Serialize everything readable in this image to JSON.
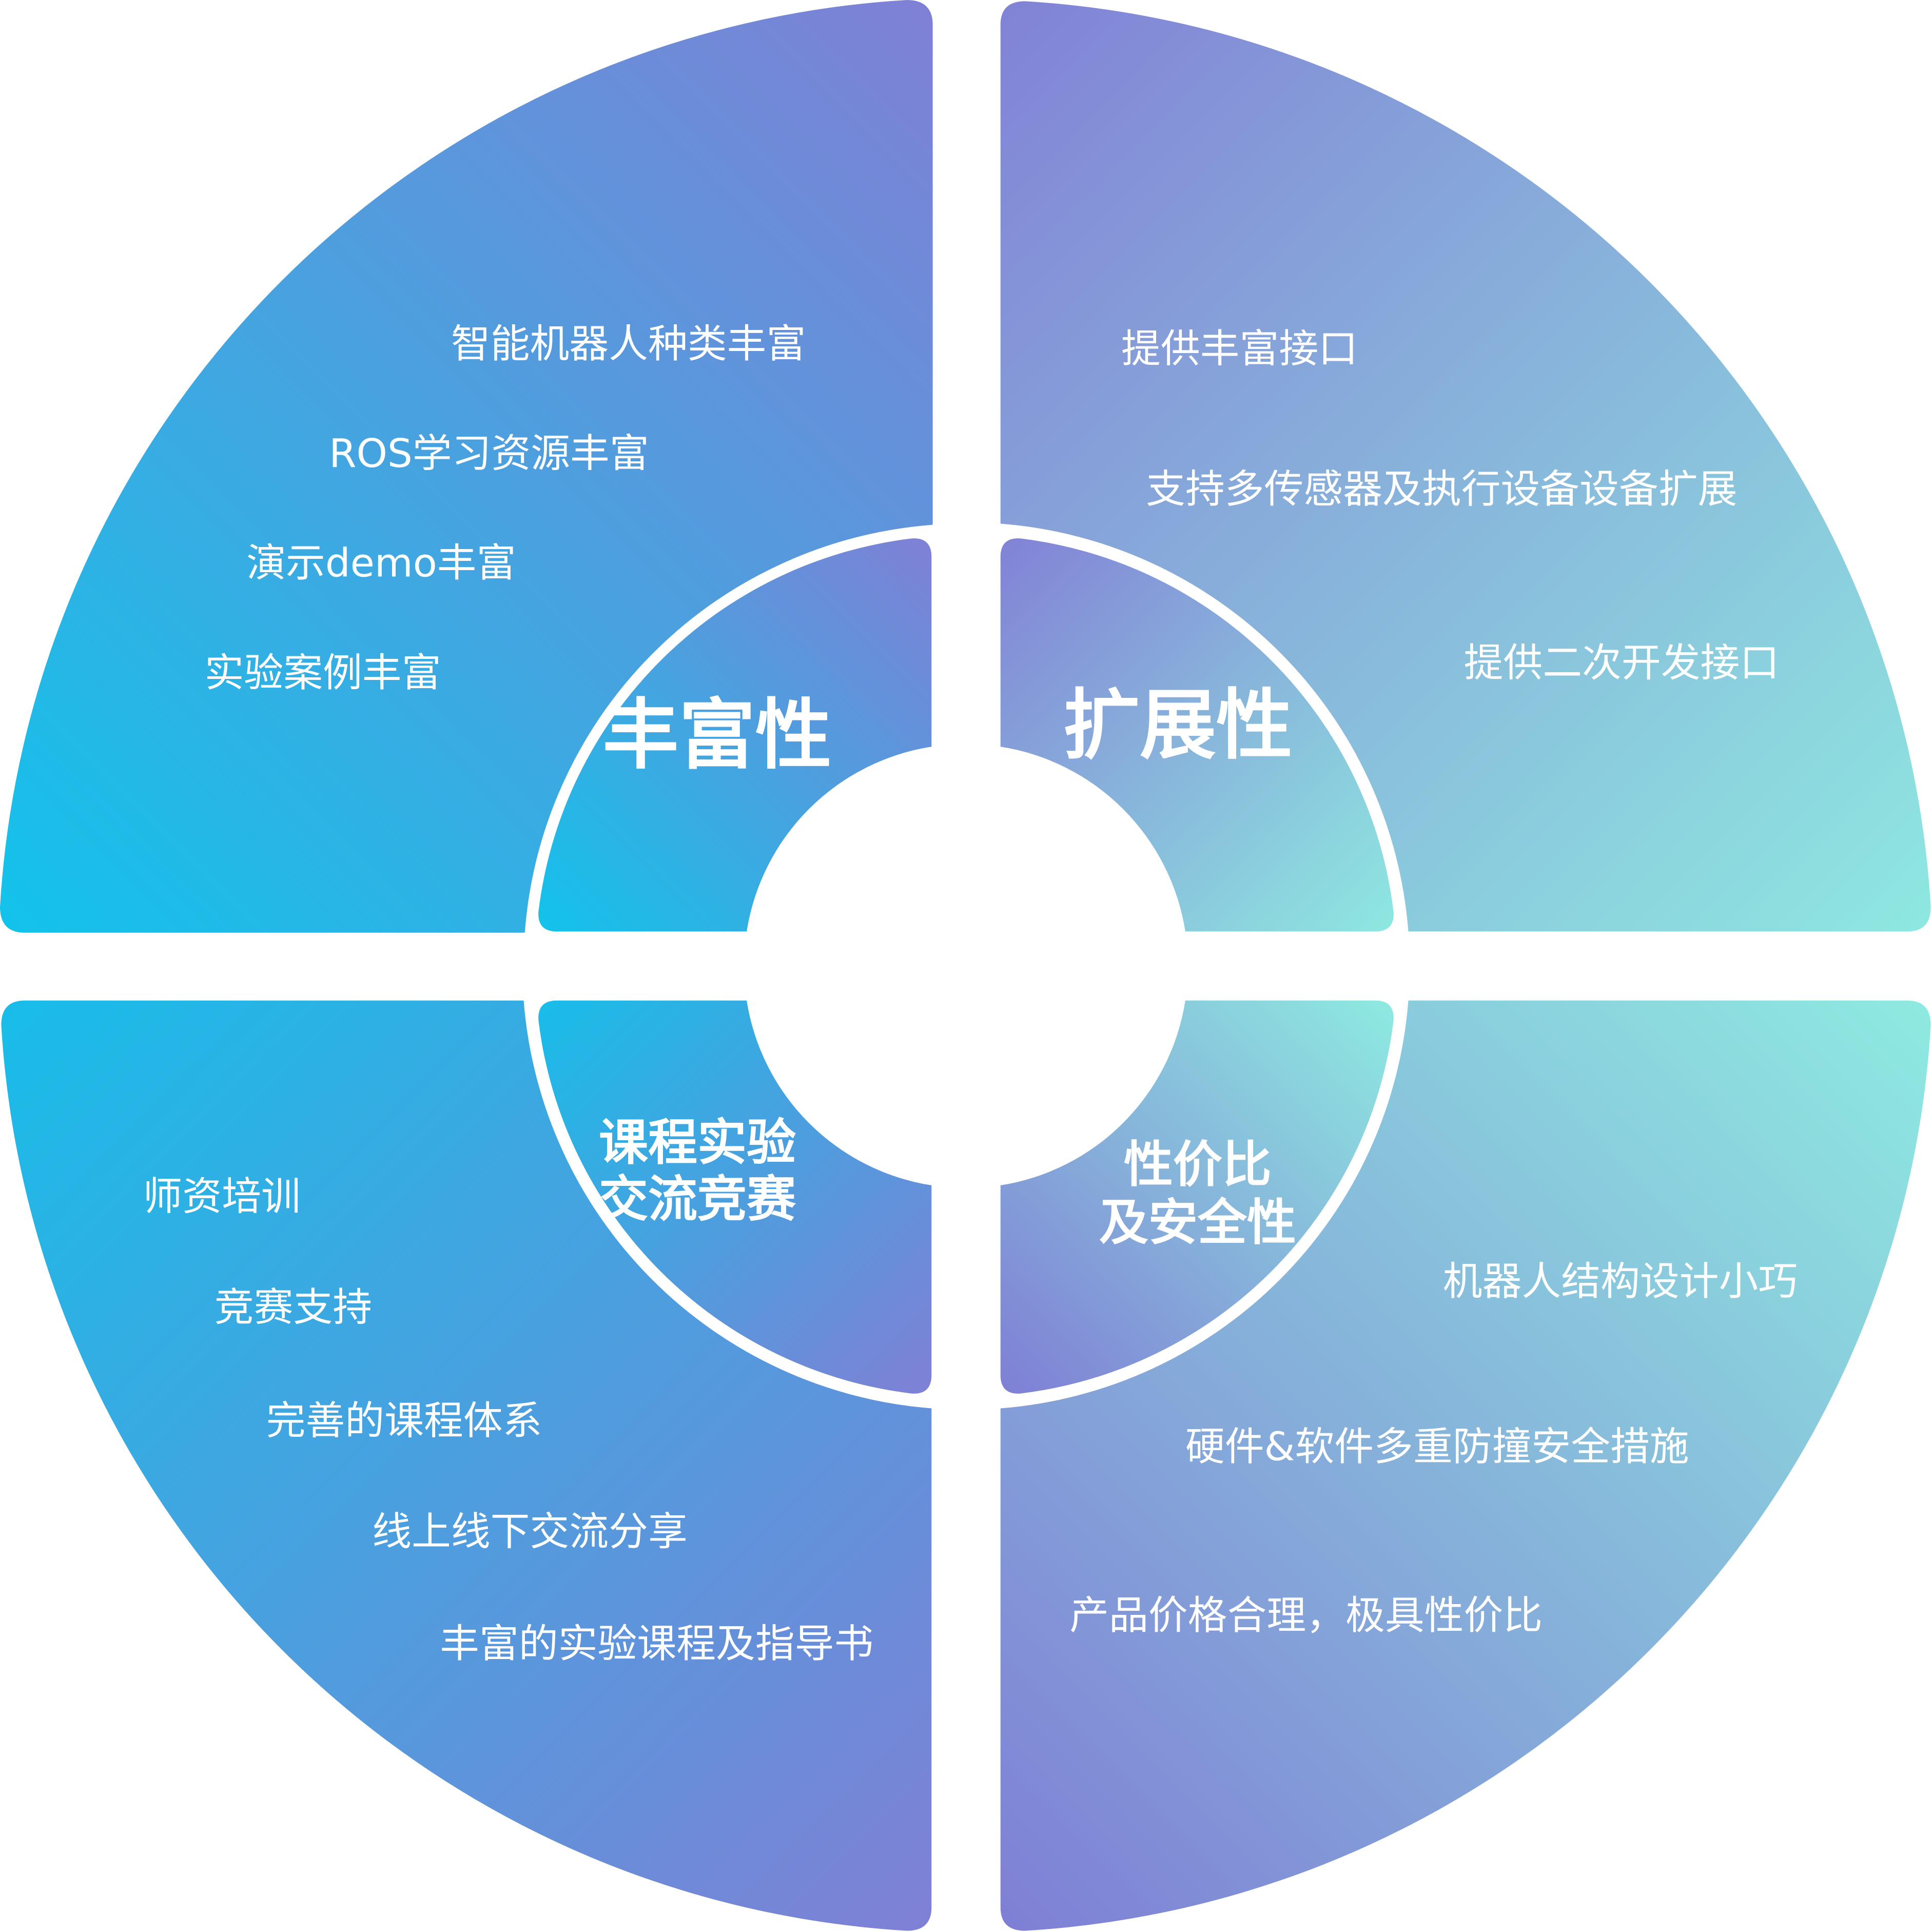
{
  "colors": {
    "cyan": "#12c3ea",
    "purple": "#8080d5",
    "mint": "#8ee8e0",
    "text": "#ffffff"
  },
  "quadrants": {
    "richness": {
      "title": "丰富性",
      "items": [
        "智能机器人种类丰富",
        "ROS学习资源丰富",
        "演示demo丰富",
        "实验案例丰富"
      ]
    },
    "extensibility": {
      "title": "扩展性",
      "items": [
        "提供丰富接口",
        "支持多传感器及执行设备设备扩展",
        "提供二次开发接口"
      ]
    },
    "courses": {
      "title_line1": "课程实验",
      "title_line2": "交流竞赛",
      "items": [
        "师资培训",
        "竞赛支持",
        "完善的课程体系",
        "线上线下交流分享",
        "丰富的实验课程及指导书"
      ]
    },
    "value_safety": {
      "title_line1": "性价比",
      "title_line2": "及安全性",
      "items": [
        "机器人结构设计小巧",
        "硬件&软件多重防撞安全措施",
        "产品价格合理，极具性价比"
      ]
    }
  }
}
